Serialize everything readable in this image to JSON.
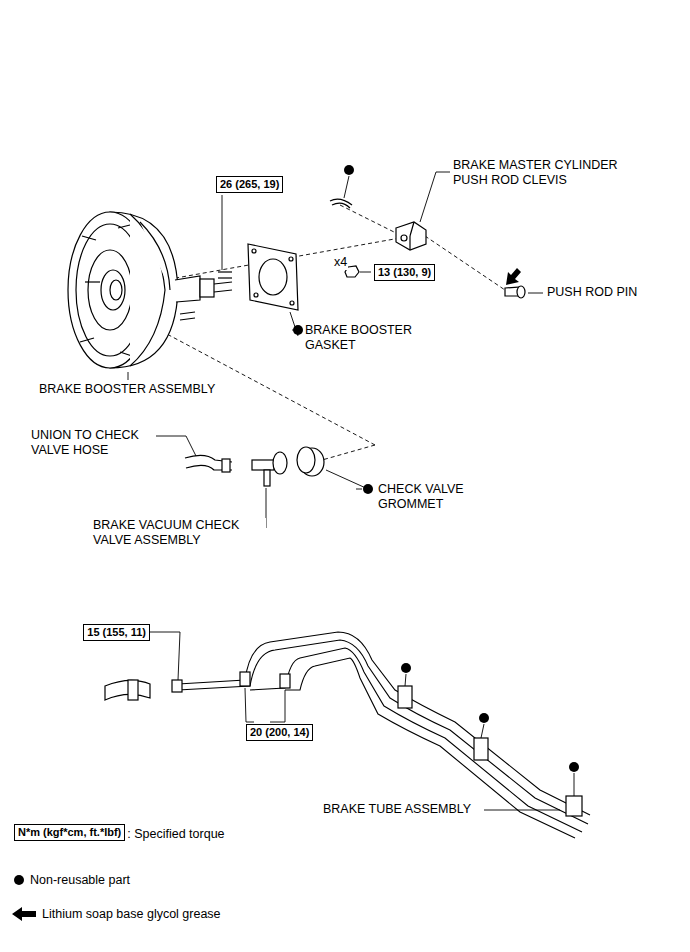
{
  "diagram": {
    "nodes": [
      {
        "text": [
          "26 (265, 19)"
        ]
      },
      {
        "text": [
          "13 (130, 9)"
        ]
      },
      {
        "text": [
          "15 (155, 11)"
        ]
      },
      {
        "text": [
          "20 (200, 14)"
        ]
      },
      {
        "text": [
          "N*m (kgf*cm, ft.*lbf)"
        ]
      }
    ],
    "labels": [
      "BRAKE MASTER CYLINDER PUSH ROD CLEVIS",
      "x4",
      "PUSH ROD PIN",
      "BRAKE BOOSTER GASKET",
      "BRAKE BOOSTER ASSEMBLY",
      "UNION TO CHECK VALVE HOSE",
      "CHECK VALVE GROMMET",
      "BRAKE VACUUM CHECK VALVE ASSEMBLY",
      "BRAKE TUBE ASSEMBLY"
    ],
    "legend": [
      {
        "text": ": Specified torque"
      },
      {
        "text": "Non-reusable part"
      },
      {
        "text": "Lithium soap base glycol grease"
      }
    ]
  }
}
